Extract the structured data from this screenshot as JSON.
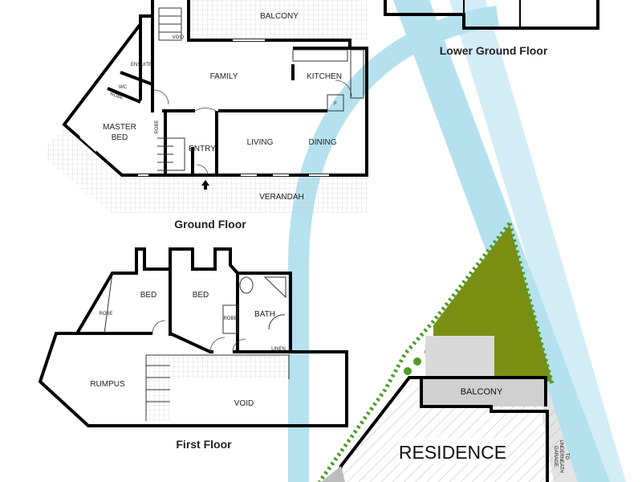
{
  "watermark": {
    "color": "#a9dcec"
  },
  "colors": {
    "lawn": "#7a8f12",
    "hedge": "#4f9b2a",
    "walls": "#000000",
    "paving": "#d9d9d9"
  },
  "floors": {
    "ground": {
      "title": "Ground Floor"
    },
    "lower": {
      "title": "Lower Ground Floor"
    },
    "first": {
      "title": "First Floor"
    }
  },
  "ground_rooms": {
    "balcony": "BALCONY",
    "void": "VOID",
    "ensuite": "ENSUITE",
    "wc": "WC",
    "robe": "ROBE",
    "family": "FAMILY",
    "kitchen": "KITCHEN",
    "fridge": "F",
    "master_bed_line1": "MASTER",
    "master_bed_line2": "BED",
    "robe2": "ROBE",
    "entry": "ENTRY",
    "living": "LIVING",
    "dining": "DINING",
    "verandah": "VERANDAH"
  },
  "first_rooms": {
    "bed1": "BED",
    "bed2": "BED",
    "robe": "ROBE",
    "robe2": "ROBE",
    "bath": "BATH",
    "linen": "LINEN",
    "rumpus": "RUMPUS",
    "void": "VOID"
  },
  "site": {
    "balcony": "BALCONY",
    "residence": "RESIDENCE",
    "garage_line1": "TO",
    "garage_line2": "UNDERNEATH",
    "garage_line3": "GARAGE"
  }
}
